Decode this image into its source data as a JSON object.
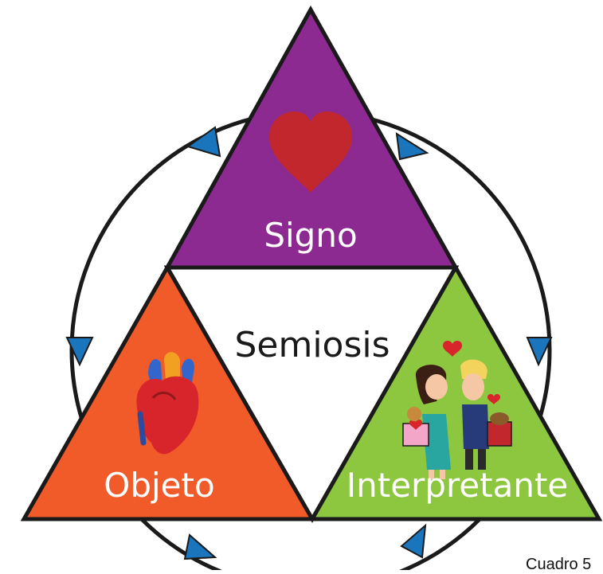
{
  "diagram": {
    "sign_label": "Signo",
    "object_label": "Objeto",
    "interpretant_label": "Interpretante",
    "center_label": "Semiosis",
    "caption": "Cuadro 5"
  },
  "colors": {
    "sign": "#8d2a91",
    "object": "#f15a29",
    "interpretant": "#8dc63f",
    "arrow": "#1b75bc",
    "heart": "#c1272d",
    "outline": "#1a1a1a"
  },
  "icons": {
    "sign": "heart-icon",
    "object": "anatomical-heart-icon",
    "interpretant": "couple-with-gifts-icon"
  }
}
